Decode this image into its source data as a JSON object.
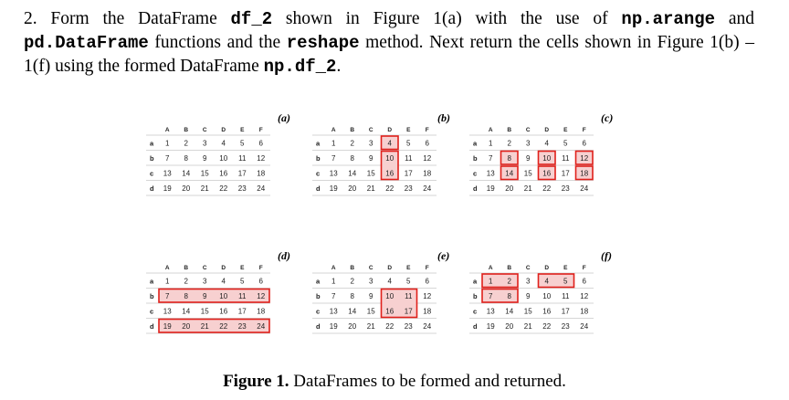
{
  "question": {
    "line1": [
      "2. Form the DataFrame ",
      "df_2",
      " shown in Figure 1(a) with the use of ",
      "np.arange",
      " and"
    ],
    "line2": [
      "pd.DataFrame",
      " functions and the ",
      "reshape",
      " method. Next return the cells shown in Figure 1(b) –"
    ],
    "line3": [
      "1(f) using the formed DataFrame ",
      "np.df_2",
      "."
    ]
  },
  "table": {
    "columns": [
      "A",
      "B",
      "C",
      "D",
      "E",
      "F"
    ],
    "index": [
      "a",
      "b",
      "c",
      "d"
    ],
    "values": [
      [
        1,
        2,
        3,
        4,
        5,
        6
      ],
      [
        7,
        8,
        9,
        10,
        11,
        12
      ],
      [
        13,
        14,
        15,
        16,
        17,
        18
      ],
      [
        19,
        20,
        21,
        22,
        23,
        24
      ]
    ]
  },
  "panels": [
    {
      "tag": "(a)",
      "highlights": []
    },
    {
      "tag": "(b)",
      "highlights": [
        {
          "rows": [
            0,
            0
          ],
          "cols": [
            3,
            3
          ]
        },
        {
          "rows": [
            1,
            2
          ],
          "cols": [
            3,
            3
          ]
        }
      ]
    },
    {
      "tag": "(c)",
      "highlights": [
        {
          "rows": [
            1,
            1
          ],
          "cols": [
            1,
            1
          ]
        },
        {
          "rows": [
            1,
            1
          ],
          "cols": [
            3,
            3
          ]
        },
        {
          "rows": [
            1,
            1
          ],
          "cols": [
            5,
            5
          ]
        },
        {
          "rows": [
            2,
            2
          ],
          "cols": [
            1,
            1
          ]
        },
        {
          "rows": [
            2,
            2
          ],
          "cols": [
            3,
            3
          ]
        },
        {
          "rows": [
            2,
            2
          ],
          "cols": [
            5,
            5
          ]
        }
      ]
    },
    {
      "tag": "(d)",
      "highlights": [
        {
          "rows": [
            1,
            1
          ],
          "cols": [
            0,
            5
          ]
        },
        {
          "rows": [
            3,
            3
          ],
          "cols": [
            0,
            5
          ]
        }
      ]
    },
    {
      "tag": "(e)",
      "highlights": [
        {
          "rows": [
            1,
            2
          ],
          "cols": [
            3,
            4
          ]
        }
      ]
    },
    {
      "tag": "(f)",
      "highlights": [
        {
          "rows": [
            0,
            0
          ],
          "cols": [
            0,
            1
          ]
        },
        {
          "rows": [
            0,
            0
          ],
          "cols": [
            3,
            4
          ]
        },
        {
          "rows": [
            1,
            1
          ],
          "cols": [
            0,
            1
          ]
        }
      ]
    }
  ],
  "caption": {
    "label": "Figure 1.",
    "text": " DataFrames to be formed and returned."
  },
  "colors": {
    "highlight_border": "#e0201b",
    "highlight_fill": "#f7d0d0",
    "grid_line": "#c8c8c8"
  }
}
